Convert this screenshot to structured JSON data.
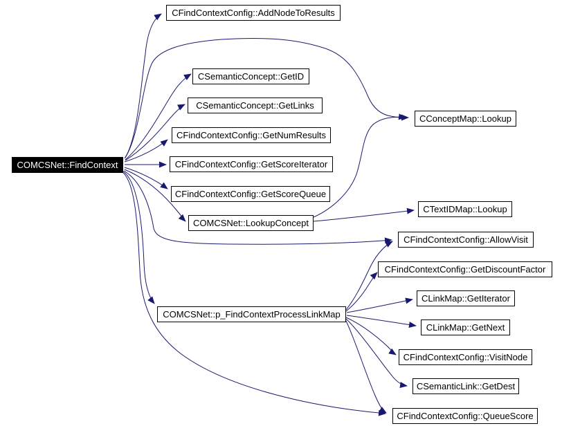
{
  "diagram": {
    "type": "call-graph",
    "root_function": "COMCSNet::FindContext",
    "colors": {
      "edge": "#191970",
      "node_border": "#000000",
      "node_fill": "#ffffff",
      "node_text": "#000000",
      "root_fill": "#000000",
      "root_text": "#ffffff",
      "background": "#ffffff"
    }
  },
  "nodes": [
    {
      "id": "find_context",
      "label": "COMCSNet::FindContext",
      "root": true
    },
    {
      "id": "add_node_to_results",
      "label": "CFindContextConfig::AddNodeToResults"
    },
    {
      "id": "get_id",
      "label": "CSemanticConcept::GetID"
    },
    {
      "id": "get_links",
      "label": "CSemanticConcept::GetLinks"
    },
    {
      "id": "get_num_results",
      "label": "CFindContextConfig::GetNumResults"
    },
    {
      "id": "get_score_iterator",
      "label": "CFindContextConfig::GetScoreIterator"
    },
    {
      "id": "get_score_queue",
      "label": "CFindContextConfig::GetScoreQueue"
    },
    {
      "id": "lookup_concept",
      "label": "COMCSNet::LookupConcept"
    },
    {
      "id": "process_link_map",
      "label": "COMCSNet::p_FindContextProcessLinkMap"
    },
    {
      "id": "concept_map_lookup",
      "label": "CConceptMap::Lookup"
    },
    {
      "id": "text_id_map_lookup",
      "label": "CTextIDMap::Lookup"
    },
    {
      "id": "allow_visit",
      "label": "CFindContextConfig::AllowVisit"
    },
    {
      "id": "get_discount_factor",
      "label": "CFindContextConfig::GetDiscountFactor"
    },
    {
      "id": "get_iterator",
      "label": "CLinkMap::GetIterator"
    },
    {
      "id": "get_next",
      "label": "CLinkMap::GetNext"
    },
    {
      "id": "visit_node",
      "label": "CFindContextConfig::VisitNode"
    },
    {
      "id": "get_dest",
      "label": "CSemanticLink::GetDest"
    },
    {
      "id": "queue_score",
      "label": "CFindContextConfig::QueueScore"
    }
  ],
  "edges": [
    {
      "from": "find_context",
      "to": "add_node_to_results"
    },
    {
      "from": "find_context",
      "to": "concept_map_lookup"
    },
    {
      "from": "find_context",
      "to": "get_id"
    },
    {
      "from": "find_context",
      "to": "get_links"
    },
    {
      "from": "find_context",
      "to": "get_num_results"
    },
    {
      "from": "find_context",
      "to": "get_score_iterator"
    },
    {
      "from": "find_context",
      "to": "get_score_queue"
    },
    {
      "from": "find_context",
      "to": "lookup_concept"
    },
    {
      "from": "find_context",
      "to": "allow_visit"
    },
    {
      "from": "find_context",
      "to": "process_link_map"
    },
    {
      "from": "find_context",
      "to": "queue_score"
    },
    {
      "from": "lookup_concept",
      "to": "concept_map_lookup"
    },
    {
      "from": "lookup_concept",
      "to": "text_id_map_lookup"
    },
    {
      "from": "process_link_map",
      "to": "allow_visit"
    },
    {
      "from": "process_link_map",
      "to": "get_discount_factor"
    },
    {
      "from": "process_link_map",
      "to": "get_iterator"
    },
    {
      "from": "process_link_map",
      "to": "get_next"
    },
    {
      "from": "process_link_map",
      "to": "visit_node"
    },
    {
      "from": "process_link_map",
      "to": "get_dest"
    },
    {
      "from": "process_link_map",
      "to": "queue_score"
    }
  ]
}
